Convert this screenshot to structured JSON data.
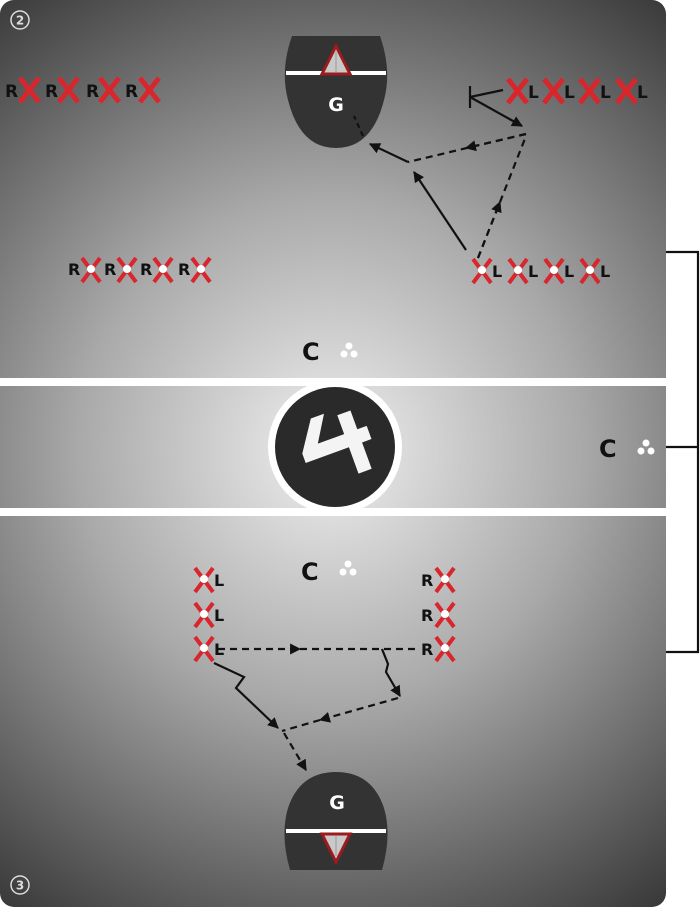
{
  "diagram": {
    "top_panel_number": "2",
    "bottom_panel_number": "3",
    "goalie_label": "G",
    "coach_label": "C",
    "right_label": "R",
    "left_label": "L"
  },
  "colors": {
    "x_marker": "#d8262c",
    "ink": "#111111",
    "field_dark": "#3c3c3c",
    "field_light": "#e6e6e6",
    "goal_fill": "#333333",
    "goal_line": "#ffffff",
    "net_fill": "#c9c9c9",
    "net_stroke": "#9b1b1f"
  },
  "icons": [
    "panel-number-icon",
    "x-marker-icon",
    "dot-marker-icon",
    "coach-icon",
    "ball-icon",
    "goal-icon",
    "center-logo-icon",
    "bracket-icon"
  ]
}
